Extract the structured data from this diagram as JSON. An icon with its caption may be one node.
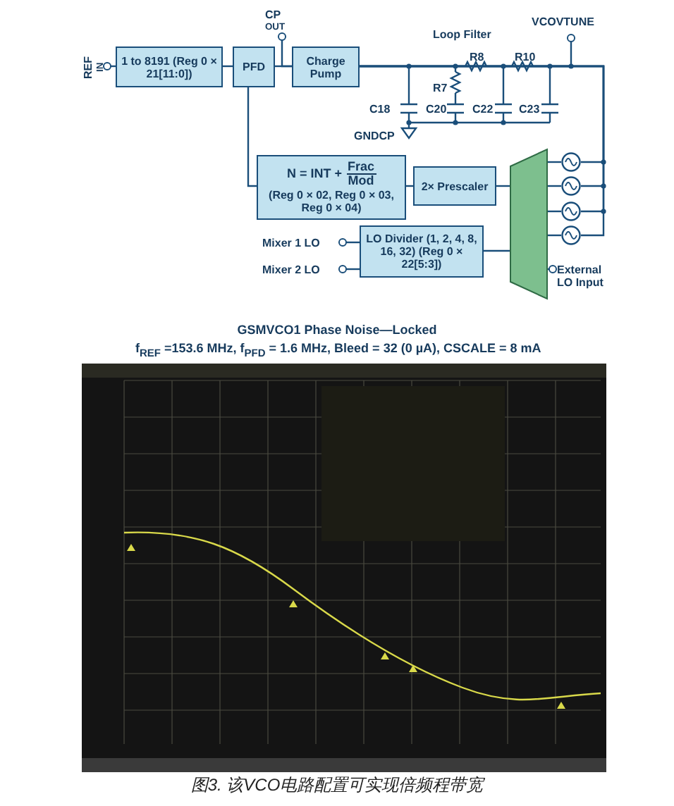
{
  "diagram": {
    "title": "GSMVCO1 Phase Noise—Locked",
    "caption": "图3. 该VCO电路配置可实现倍频程带宽",
    "nodes": [
      {
        "text": [
          "REF$_{IN}$"
        ]
      },
      {
        "text": [
          "1 to 8191 (Reg 0 × 21[11:0])"
        ]
      },
      {
        "text": [
          "PFD"
        ]
      },
      {
        "text": [
          "CP$_{OUT}$"
        ]
      },
      {
        "text": [
          "Charge Pump"
        ]
      },
      {
        "text": [
          "VCOVTUNE"
        ]
      },
      {
        "text": [
          "N = INT +",
          "Frac",
          "Mod",
          "(Reg 0 × 02, Reg 0 × 03, Reg 0 × 04)"
        ]
      },
      {
        "text": [
          "2× Prescaler"
        ]
      },
      {
        "text": [
          "LO Divider (1, 2, 4, 8, 16, 32) (Reg 0 × 22[5:3])"
        ]
      },
      {
        "text": [
          "Mixer 1 LO"
        ]
      },
      {
        "text": [
          "Mixer 2 LO"
        ]
      },
      {
        "text": [],
        "shape": "trapezoid"
      },
      {
        "text": [],
        "shape": "circle"
      },
      {
        "text": [],
        "shape": "circle"
      },
      {
        "text": [],
        "shape": "circle"
      },
      {
        "text": [],
        "shape": "circle"
      },
      {
        "text": [
          "External LO Input"
        ]
      }
    ],
    "edges": [
      {
        "from": 0,
        "to": 1,
        "arrow": "other"
      },
      {
        "from": 1,
        "to": 2,
        "arrow": "none"
      },
      {
        "from": 2,
        "to": 4,
        "arrow": "none"
      },
      {
        "from": 3,
        "to": 4,
        "arrow": "other"
      },
      {
        "from": 4,
        "to": 5,
        "arrow": "other"
      },
      {
        "from": 4,
        "to": 12,
        "arrow": "none"
      },
      {
        "from": 4,
        "to": 13,
        "arrow": "none"
      },
      {
        "from": 4,
        "to": 14,
        "arrow": "none"
      },
      {
        "from": 4,
        "to": 15,
        "arrow": "none"
      },
      {
        "from": 12,
        "to": 11,
        "arrow": "none"
      },
      {
        "from": 13,
        "to": 11,
        "arrow": "none"
      },
      {
        "from": 14,
        "to": 11,
        "arrow": "none"
      },
      {
        "from": 15,
        "to": 11,
        "arrow": "none"
      },
      {
        "from": 11,
        "to": 7,
        "arrow": "none"
      },
      {
        "from": 7,
        "to": 6,
        "arrow": "none"
      },
      {
        "from": 6,
        "to": 2,
        "arrow": "none"
      },
      {
        "from": 11,
        "to": 8,
        "arrow": "none"
      },
      {
        "from": 8,
        "to": 9,
        "arrow": "other"
      },
      {
        "from": 8,
        "to": 10,
        "arrow": "other"
      },
      {
        "from": 16,
        "to": 11,
        "arrow": "other"
      }
    ],
    "labels": [
      "Loop Filter",
      "R8",
      "R10",
      "R7",
      "C18",
      "C20",
      "C22",
      "C23",
      "GNDCP",
      "f$_{REF}$ =153.6 MHz, f$_{PFD}$ = 1.6 MHz, Bleed = 32 (0 µA), CSCALE = 8 mA"
    ]
  }
}
